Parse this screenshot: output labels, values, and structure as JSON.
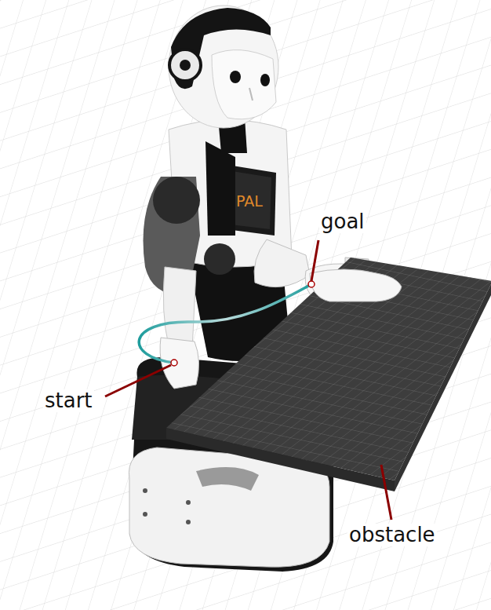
{
  "diagram": {
    "labels": [
      "goal",
      "start",
      "obstacle",
      "PAL"
    ]
  }
}
